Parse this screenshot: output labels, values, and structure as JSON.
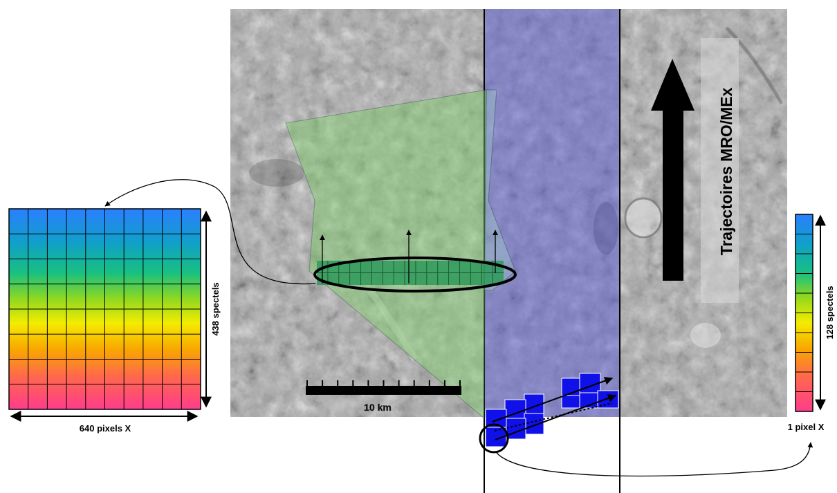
{
  "labels": {
    "left_grid_width": "640 pixels X",
    "left_grid_height": "438 spectels",
    "right_column_width": "1 pixel X",
    "right_column_height": "128 spectels",
    "scale_bar": "10 km",
    "trajectory": "Trajectoires MRO/MEx"
  },
  "colors": {
    "crism_footprint": "#7fd06a",
    "crism_swath_band": "#2e9a5a",
    "omega_swath": "#5b5bd6",
    "omega_pixels": "#1010e8",
    "spectral_gradient": [
      "#2a7fff",
      "#10a0c8",
      "#18c080",
      "#90d820",
      "#f4ec00",
      "#f8a800",
      "#ff6a4a",
      "#ff3c8c"
    ]
  },
  "grids": {
    "left": {
      "columns": 10,
      "rows": 8
    },
    "right": {
      "columns": 1,
      "rows": 10
    }
  },
  "icons": [
    "double-arrow",
    "trajectory-arrow",
    "curved-link-arrow",
    "scale-bar"
  ]
}
